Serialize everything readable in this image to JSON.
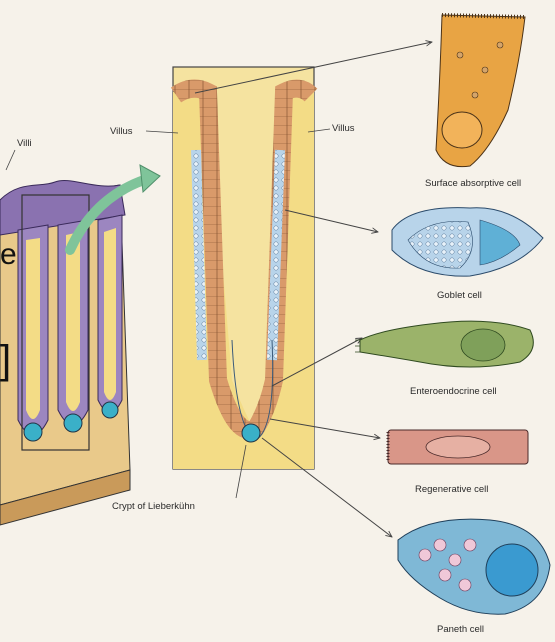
{
  "labels": {
    "villi": "Villi",
    "villus_left": "Villus",
    "villus_right": "Villus",
    "crypt": "Crypt of Lieberkühn",
    "surface_absorptive": "Surface absorptive cell",
    "goblet": "Goblet cell",
    "enteroendocrine": "Enteroendocrine cell",
    "regenerative": "Regenerative cell",
    "paneth": "Paneth cell"
  },
  "edge_fragments": {
    "e": "e",
    "bracket": "]"
  },
  "colors": {
    "lumen_yellow": "#f3dc86",
    "epithelium_orange": "#d99a6a",
    "goblet_blue": "#a9cde3",
    "villi_purple": "#8a72b0",
    "arrow_green": "#7fc49a",
    "absorptive_cell": "#e8a444",
    "enteroendocrine_cell": "#9bb36a",
    "regenerative_cell": "#d99688",
    "paneth_cell": "#7fb8d6"
  }
}
